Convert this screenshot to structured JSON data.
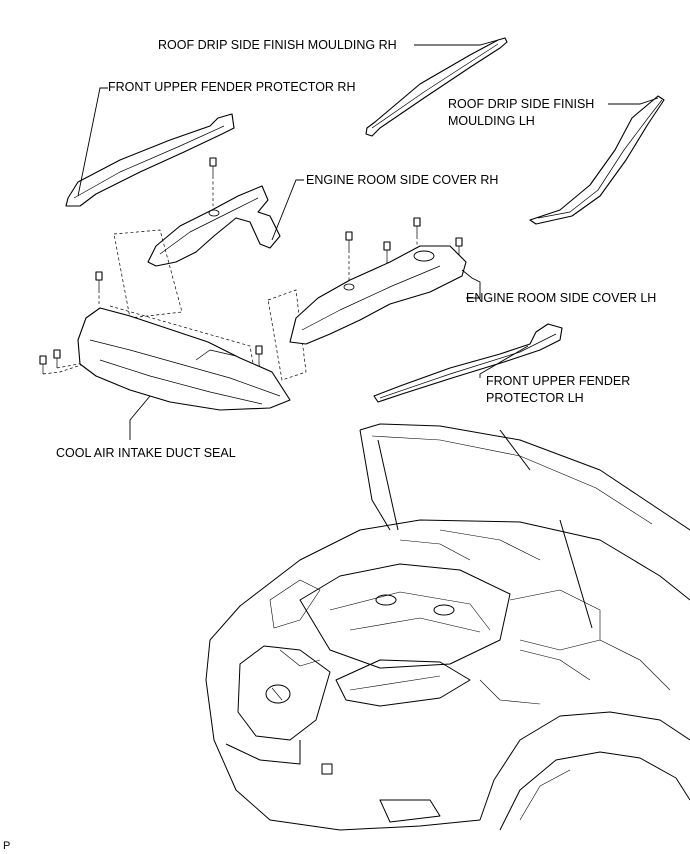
{
  "labels": {
    "roof_rh": "ROOF DRIP SIDE FINISH MOULDING RH",
    "roof_lh_line1": "ROOF DRIP SIDE FINISH",
    "roof_lh_line2": "MOULDING LH",
    "fender_rh": "FRONT UPPER FENDER PROTECTOR RH",
    "engine_rh": "ENGINE ROOM SIDE COVER RH",
    "engine_lh": "ENGINE ROOM SIDE COVER LH",
    "fender_lh_line1": "FRONT UPPER FENDER",
    "fender_lh_line2": "PROTECTOR LH",
    "intake_seal": "COOL AIR INTAKE DUCT SEAL"
  },
  "footer_code": "P"
}
